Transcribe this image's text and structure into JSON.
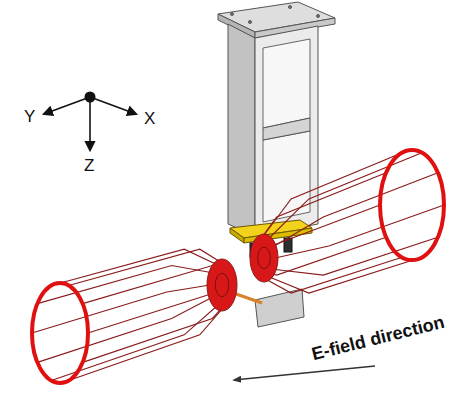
{
  "diagram": {
    "labels": [
      "Y",
      "X",
      "Z",
      "E-field direction"
    ]
  }
}
